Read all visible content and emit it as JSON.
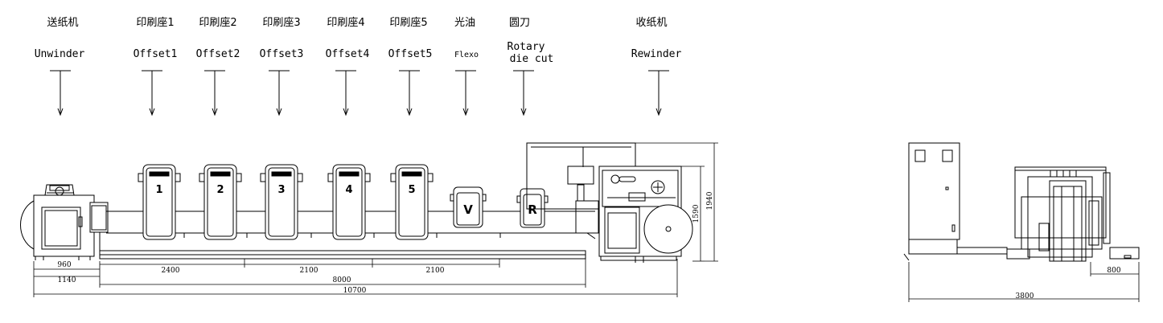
{
  "stations": [
    {
      "id": "unwinder",
      "cn": "送纸机",
      "en": "Unwinder"
    },
    {
      "id": "offset1",
      "cn": "印刷座1",
      "en": "Offset1",
      "unit_label": "1"
    },
    {
      "id": "offset2",
      "cn": "印刷座2",
      "en": "Offset2",
      "unit_label": "2"
    },
    {
      "id": "offset3",
      "cn": "印刷座3",
      "en": "Offset3",
      "unit_label": "3"
    },
    {
      "id": "offset4",
      "cn": "印刷座4",
      "en": "Offset4",
      "unit_label": "4"
    },
    {
      "id": "offset5",
      "cn": "印刷座5",
      "en": "Offset5",
      "unit_label": "5"
    },
    {
      "id": "flexo",
      "cn": "光油",
      "en": "Flexo",
      "unit_label": "V"
    },
    {
      "id": "rotary",
      "cn": "圆刀",
      "en_line1": "Rotary",
      "en_line2": "die cut",
      "unit_label": "R"
    },
    {
      "id": "rewinder",
      "cn": "收纸机",
      "en": "Rewinder"
    }
  ],
  "dimensions": {
    "d960": "960",
    "d1140": "1140",
    "d2400": "2400",
    "d2100a": "2100",
    "d2100b": "2100",
    "d8000": "8000",
    "d10700": "10700",
    "d1590": "1590",
    "d1940": "1940",
    "d3800": "3800",
    "d800": "800"
  }
}
